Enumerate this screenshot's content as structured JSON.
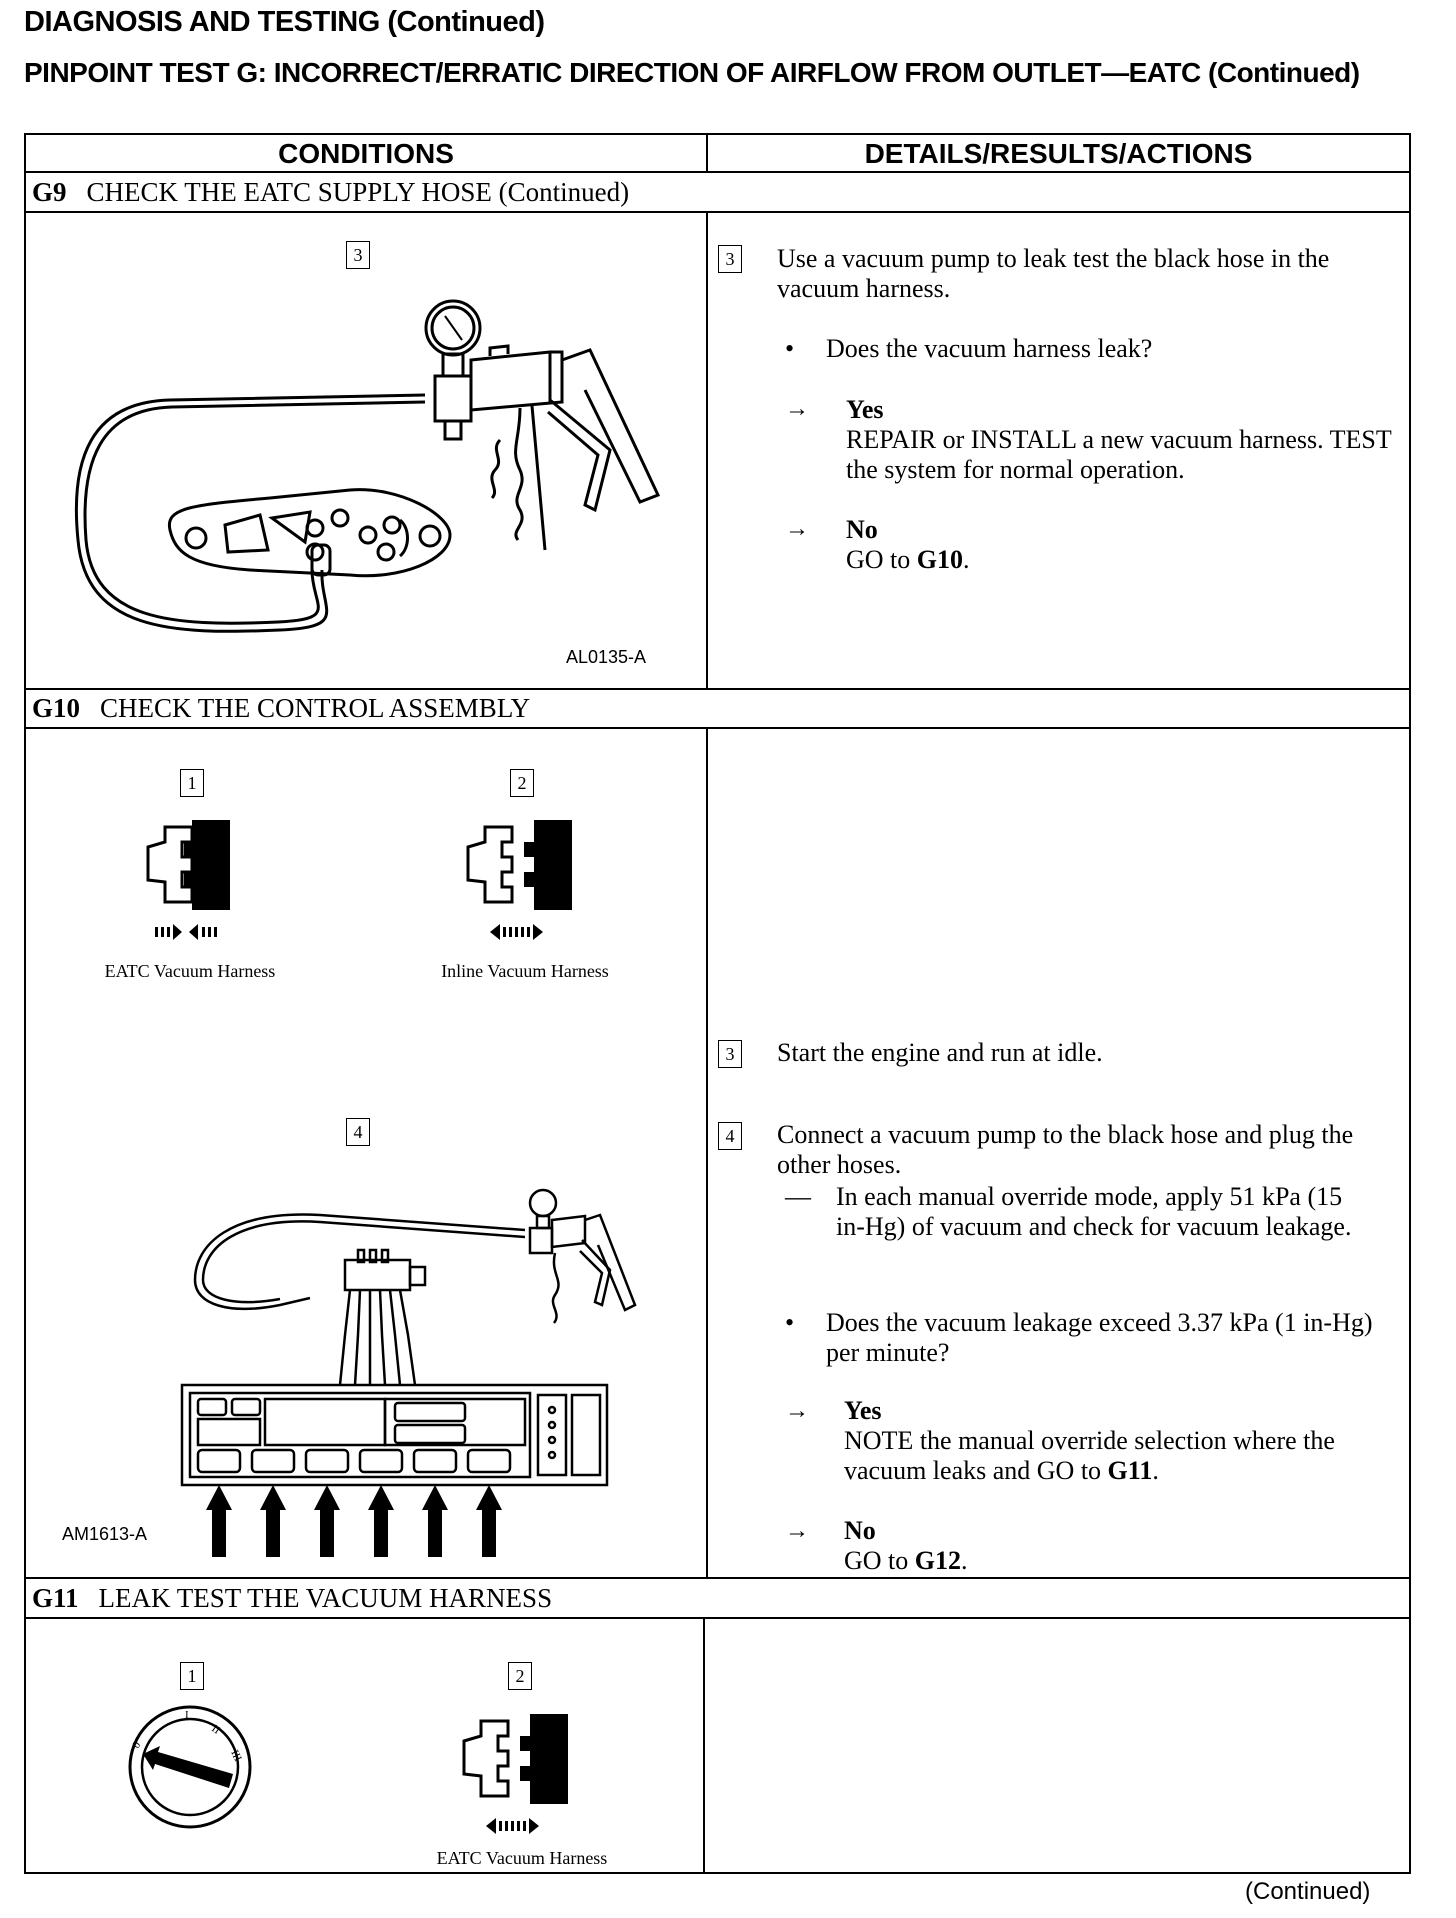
{
  "header": {
    "title": "DIAGNOSIS AND TESTING (Continued)",
    "subtitle": "PINPOINT TEST G: INCORRECT/ERRATIC DIRECTION OF AIRFLOW FROM OUTLET—EATC (Continued)"
  },
  "table": {
    "col_conditions": "CONDITIONS",
    "col_details": "DETAILS/RESULTS/ACTIONS"
  },
  "g9": {
    "id": "G9",
    "title": "CHECK THE EATC SUPPLY HOSE (Continued)",
    "fig_step": "3",
    "fig_code": "AL0135-A",
    "step": "3",
    "instruction": "Use a vacuum pump to leak test the black hose in the vacuum harness.",
    "question": "Does the vacuum harness leak?",
    "yes_label": "Yes",
    "yes_action": "REPAIR or INSTALL a new vacuum harness. TEST the system for normal operation.",
    "no_label": "No",
    "no_action_prefix": "GO to ",
    "no_action_target": "G10",
    "no_action_suffix": "."
  },
  "g10": {
    "id": "G10",
    "title": "CHECK THE CONTROL ASSEMBLY",
    "fig1_step": "1",
    "fig1_caption": "EATC Vacuum Harness",
    "fig2_step": "2",
    "fig2_caption": "Inline Vacuum Harness",
    "fig4_step": "4",
    "fig4_code": "AM1613-A",
    "step3": "3",
    "step3_text": "Start the engine and run at idle.",
    "step4": "4",
    "step4_text": "Connect a vacuum pump to the black hose and plug the other hoses.",
    "dash_text": "In each manual override mode, apply 51 kPa (15 in-Hg) of vacuum and check for vacuum leakage.",
    "question": "Does the vacuum leakage exceed 3.37 kPa (1 in-Hg) per minute?",
    "yes_label": "Yes",
    "yes_action_prefix": "NOTE the manual override selection where the vacuum leaks and GO to ",
    "yes_action_target": "G11",
    "yes_action_suffix": ".",
    "no_label": "No",
    "no_action_prefix": "GO to ",
    "no_action_target": "G12",
    "no_action_suffix": "."
  },
  "g11": {
    "id": "G11",
    "title": "LEAK TEST THE VACUUM HARNESS",
    "fig1_step": "1",
    "fig2_step": "2",
    "fig2_caption": "EATC Vacuum Harness"
  },
  "footer": {
    "continued": "(Continued)"
  }
}
